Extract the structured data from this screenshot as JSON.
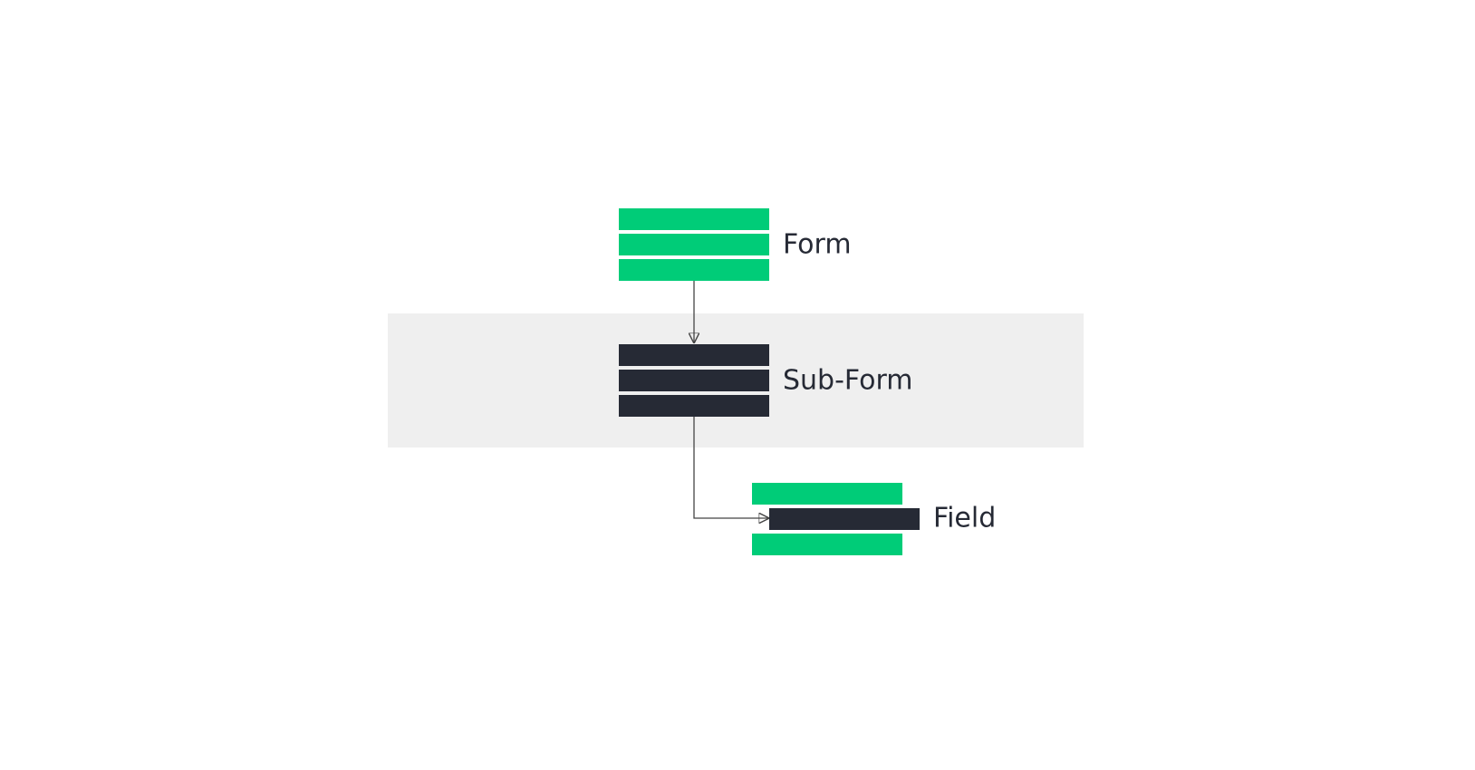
{
  "colors": {
    "background": "#ffffff",
    "band": "#efefef",
    "green": "#00cc78",
    "dark": "#262a35",
    "connector": "#444444",
    "text": "#262a35"
  },
  "labels": {
    "form": "Form",
    "subform": "Sub-Form",
    "field": "Field"
  }
}
